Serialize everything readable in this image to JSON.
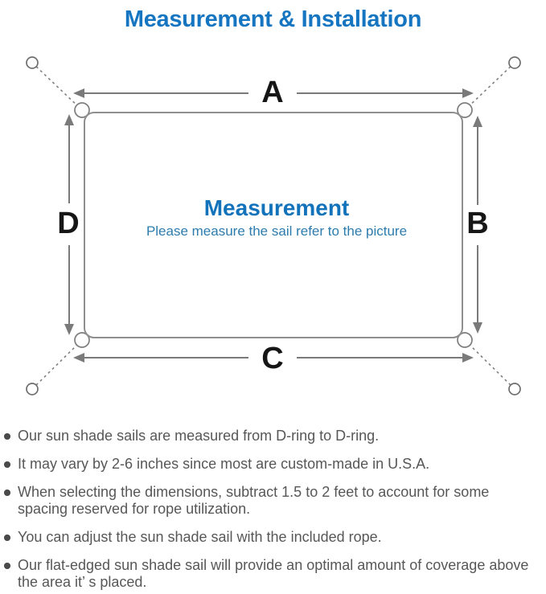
{
  "title": "Measurement & Installation",
  "diagram": {
    "label_top": "A",
    "label_right": "B",
    "label_bottom": "C",
    "label_left": "D",
    "center_heading": "Measurement",
    "center_caption": "Please measure the sail refer to the picture"
  },
  "notes": {
    "items": [
      "Our sun shade sails are measured from D-ring to D-ring.",
      "It may vary by 2-6 inches since most are custom-made in U.S.A.",
      "When selecting the dimensions, subtract 1.5 to 2 feet to account for some spacing reserved for rope utilization.",
      "You can adjust the sun shade sail with the included rope.",
      "Our flat-edged sun shade sail will provide an optimal amount of coverage above the area it’ s placed."
    ]
  },
  "colors": {
    "heading_blue": "#1575c0",
    "center_heading_blue": "#1272ba",
    "caption_blue": "#2d7cad",
    "diagram_gray": "#7a7a7a",
    "sail_outline_gray": "#8f8f8f",
    "label_black": "#161616",
    "body_text_gray": "#575757"
  }
}
